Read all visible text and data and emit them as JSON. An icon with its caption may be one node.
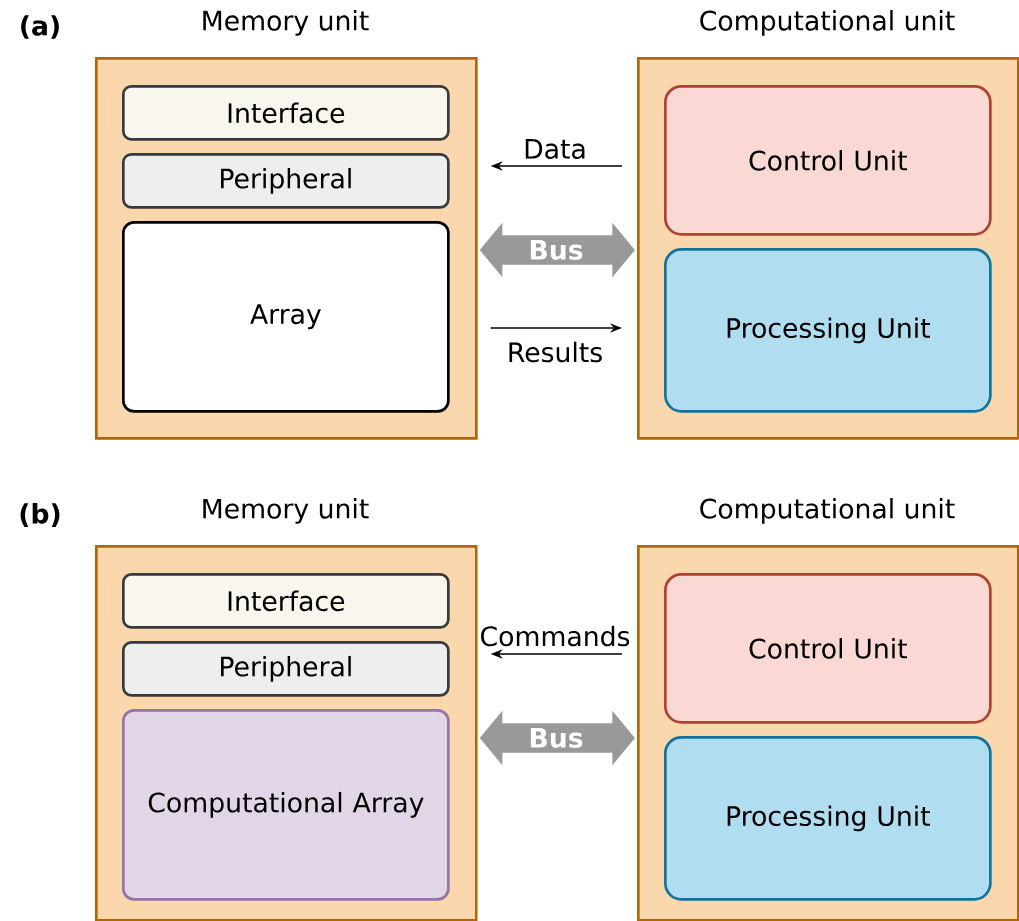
{
  "diagram": {
    "nodes": [
      {
        "text": [
          "Memory unit"
        ]
      },
      {
        "text": [
          "Interface"
        ],
        "in": 0
      },
      {
        "text": [
          "Peripheral"
        ],
        "in": 0
      },
      {
        "text": [
          "Array"
        ],
        "in": 0
      },
      {
        "text": [
          "Computational unit"
        ]
      },
      {
        "text": [
          "Control Unit"
        ],
        "in": 4
      },
      {
        "text": [
          "Processing Unit"
        ],
        "in": 4
      },
      {
        "text": [
          "Memory unit"
        ]
      },
      {
        "text": [
          "Interface"
        ],
        "in": 7
      },
      {
        "text": [
          "Peripheral"
        ],
        "in": 7
      },
      {
        "text": [
          "Computational Array"
        ],
        "in": 7
      },
      {
        "text": [
          "Computational unit"
        ]
      },
      {
        "text": [
          "Control Unit"
        ],
        "in": 11
      },
      {
        "text": [
          "Processing Unit"
        ],
        "in": 11
      }
    ],
    "edges": [
      {
        "from": 4,
        "to": 0,
        "arrow": "to",
        "label": "Data"
      },
      {
        "from": 0,
        "to": 4,
        "arrow": "both",
        "label": "Bus",
        "style": "thick",
        "color": "#999999"
      },
      {
        "from": 0,
        "to": 4,
        "arrow": "to",
        "label": "Results"
      },
      {
        "from": 11,
        "to": 7,
        "arrow": "to",
        "label": "Commands"
      },
      {
        "from": 7,
        "to": 11,
        "arrow": "both",
        "label": "Bus",
        "style": "thick",
        "color": "#999999"
      }
    ],
    "labels": [
      "(a)",
      "(b)"
    ]
  }
}
